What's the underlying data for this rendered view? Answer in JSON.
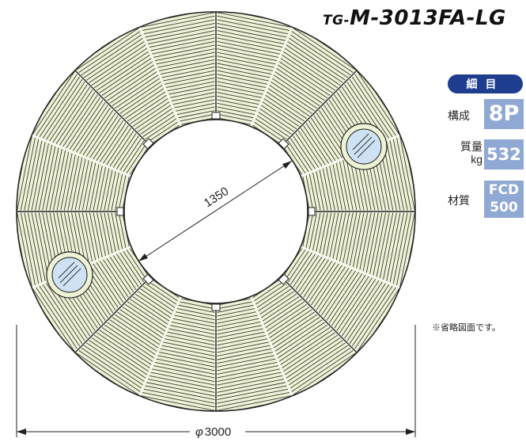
{
  "title": {
    "prefix": "TG-",
    "model": "M-3013FA-LG"
  },
  "spec": {
    "header": "細目",
    "composition": {
      "label": "構成",
      "value": "8P"
    },
    "mass": {
      "label": "質量",
      "unit": "kg",
      "value": "532"
    },
    "material": {
      "label": "材質",
      "value_line1": "FCD",
      "value_line2": "500"
    }
  },
  "dimensions": {
    "inner": "1350",
    "outer_symbol": "φ",
    "outer": "3000"
  },
  "note": "※省略図面です。",
  "colors": {
    "plate": "#eef3d5",
    "outline": "#222222",
    "accent": "#1f3d8f",
    "value_box": "#8fa8d4",
    "hatch": "#3a3a3a",
    "cover": "#cfe2f3"
  }
}
